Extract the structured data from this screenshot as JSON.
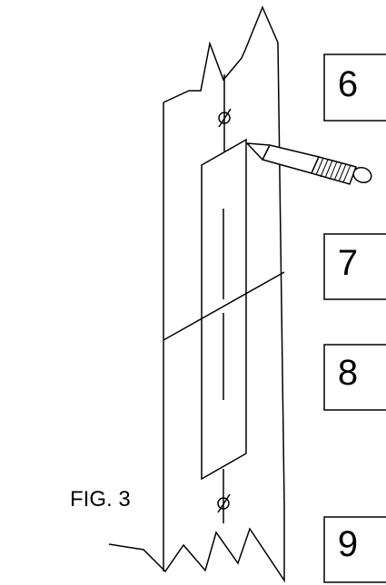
{
  "figure": {
    "label": "FIG. 3",
    "step_boxes": [
      {
        "number": "6"
      },
      {
        "number": "7"
      },
      {
        "number": "8"
      },
      {
        "number": "9"
      }
    ],
    "colors": {
      "stroke": "#000000",
      "background": "#ffffff"
    }
  }
}
